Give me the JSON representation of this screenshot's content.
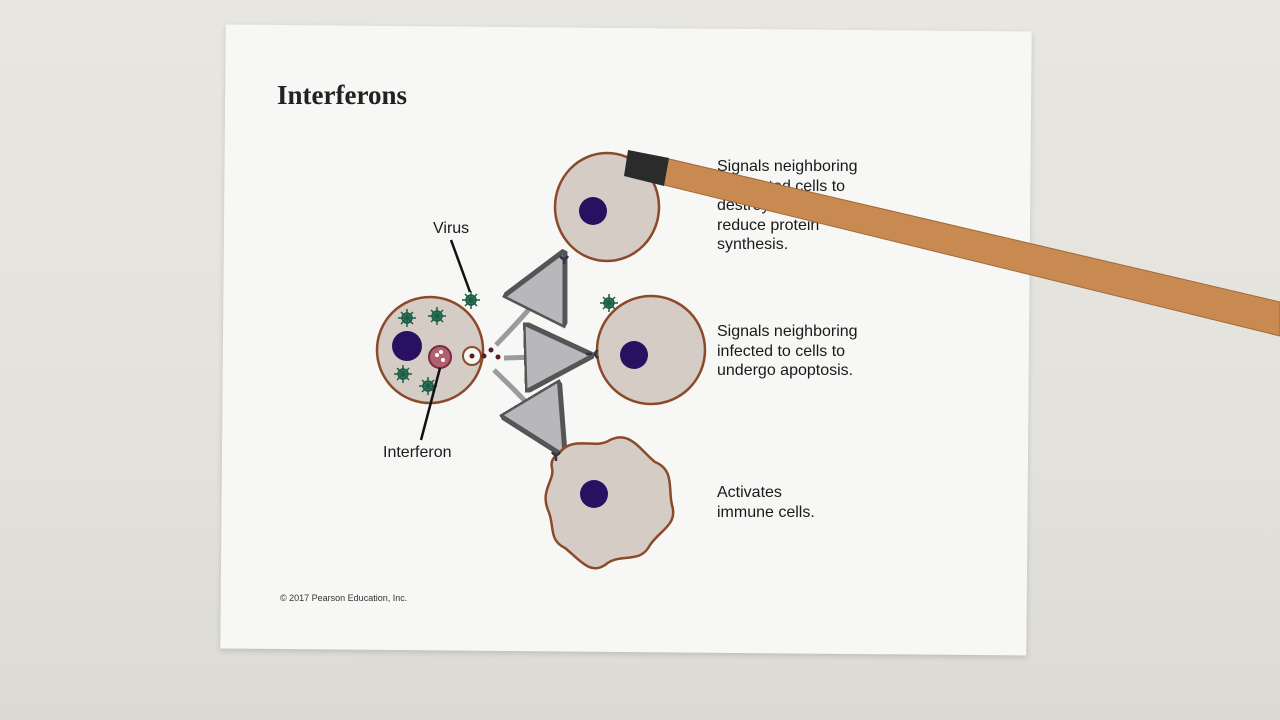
{
  "title": "Interferons",
  "labels": {
    "virus": "Virus",
    "interferon": "Interferon"
  },
  "captions": [
    {
      "text": "Signals neighboring\nuninfected cells to\ndestroy RNA and\nreduce protein\nsynthesis."
    },
    {
      "text": "Signals neighboring\ninfected to cells to\nundergo apoptosis."
    },
    {
      "text": "Activates\nimmune cells."
    }
  ],
  "copyright": "© 2017 Pearson Education, Inc.",
  "colors": {
    "cell_fill": "#d6ccc6",
    "cell_border": "#8b4a2a",
    "nucleus": "#2a1060",
    "virus": "#2f8c6a",
    "arrow": "#b8b8bc",
    "pointer": "#c98a52"
  }
}
